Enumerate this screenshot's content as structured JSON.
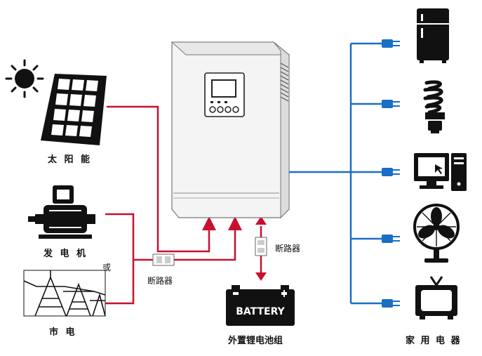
{
  "labels": {
    "solar": "太 阳 能",
    "generator": "发 电 机",
    "or": "或",
    "grid": "市 电",
    "breaker_left": "断路器",
    "breaker_right": "断路器",
    "battery_caption": "外置锂电池组",
    "home_appliances": "家 用 电 器"
  },
  "battery": {
    "text": "BATTERY"
  },
  "colors": {
    "ac_line": "#c8102e",
    "load_line": "#1a6fc4",
    "device": "#111111"
  },
  "icons": [
    "sun-icon",
    "solar-panel-icon",
    "generator-icon",
    "power-tower-icon",
    "battery-icon",
    "fridge-icon",
    "bulb-icon",
    "computer-icon",
    "fan-icon",
    "tv-icon"
  ]
}
